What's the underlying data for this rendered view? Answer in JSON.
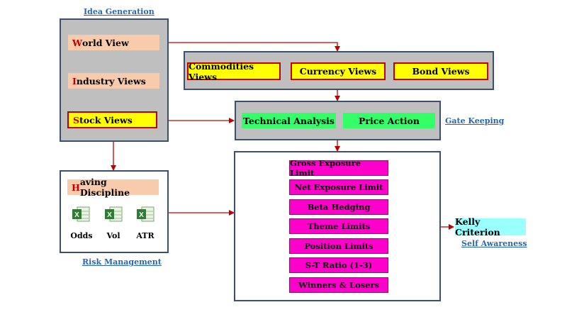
{
  "idea_generation": {
    "title": "Idea Generation",
    "world_view": {
      "first": "W",
      "rest": "orld View"
    },
    "industry_views": {
      "first": "I",
      "rest": "ndustry Views"
    },
    "stock_views": {
      "first": "S",
      "rest": "tock Views"
    }
  },
  "macro_views": [
    "Commodities Views",
    "Currency Views",
    "Bond Views"
  ],
  "gate_keeping": {
    "title": "Gate Keeping",
    "items": [
      "Technical Analysis",
      "Price Action"
    ]
  },
  "risk_management": {
    "title": "Risk Management",
    "discipline": {
      "first": "H",
      "rest": "aving Discipline"
    },
    "spreadsheets": [
      "Odds",
      "Vol",
      "ATR"
    ]
  },
  "limits": [
    "Gross Exposure Limit",
    "Net Exposure Limit",
    "Beta Hedging",
    "Theme Limits",
    "Position Limits",
    "S-T Ratio (1-3)",
    "Winners & Losers"
  ],
  "self_awareness": {
    "title": "Self Awareness",
    "kelly": "Kelly Criterion"
  },
  "colors": {
    "arrow": "#c00000",
    "panel_border": "#3b5070",
    "panel_gray": "#bfbfbf",
    "peach": "#f8cbad",
    "yellow": "#ffff00",
    "green": "#33ff66",
    "magenta": "#ff00cc",
    "cyan": "#99ffff",
    "link": "#2a66b0"
  }
}
